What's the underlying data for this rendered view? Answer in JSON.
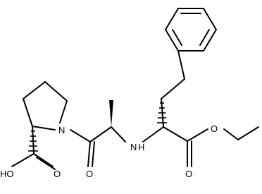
{
  "diagram": {
    "type": "chemical-structure",
    "atom_labels": {
      "n_ring": "N",
      "n_amine": "H",
      "n_amine_n": "N",
      "o_ketone": "O",
      "o_ester_carbonyl": "O",
      "o_ester_ether": "O",
      "acid_group": "HO",
      "acid_o": "O"
    },
    "stereo": {
      "alanine_alpha": "wedge",
      "proline_alpha": "hash",
      "homophenylalanine_alpha": "hash"
    }
  }
}
